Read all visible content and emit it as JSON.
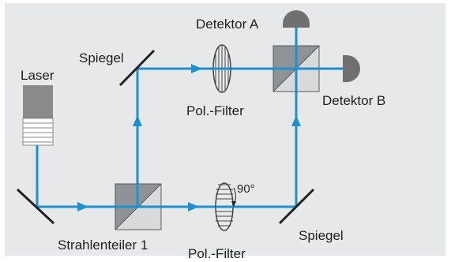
{
  "labels": {
    "laser": "Laser",
    "detector_a": "Detektor A",
    "detector_b": "Detektor B",
    "mirror_top": "Spiegel",
    "mirror_bottom": "Spiegel",
    "pol_filter_top": "Pol.-Filter",
    "pol_filter_bottom": "Pol.-Filter",
    "beam_splitter": "Strahlenteiler 1",
    "angle": "90°"
  },
  "colors": {
    "background": "#e6e8ea",
    "beam": "#1e90d0",
    "component_gray": "#8a8a8a",
    "detector_gray": "#707070",
    "text": "#1f1f1f"
  }
}
